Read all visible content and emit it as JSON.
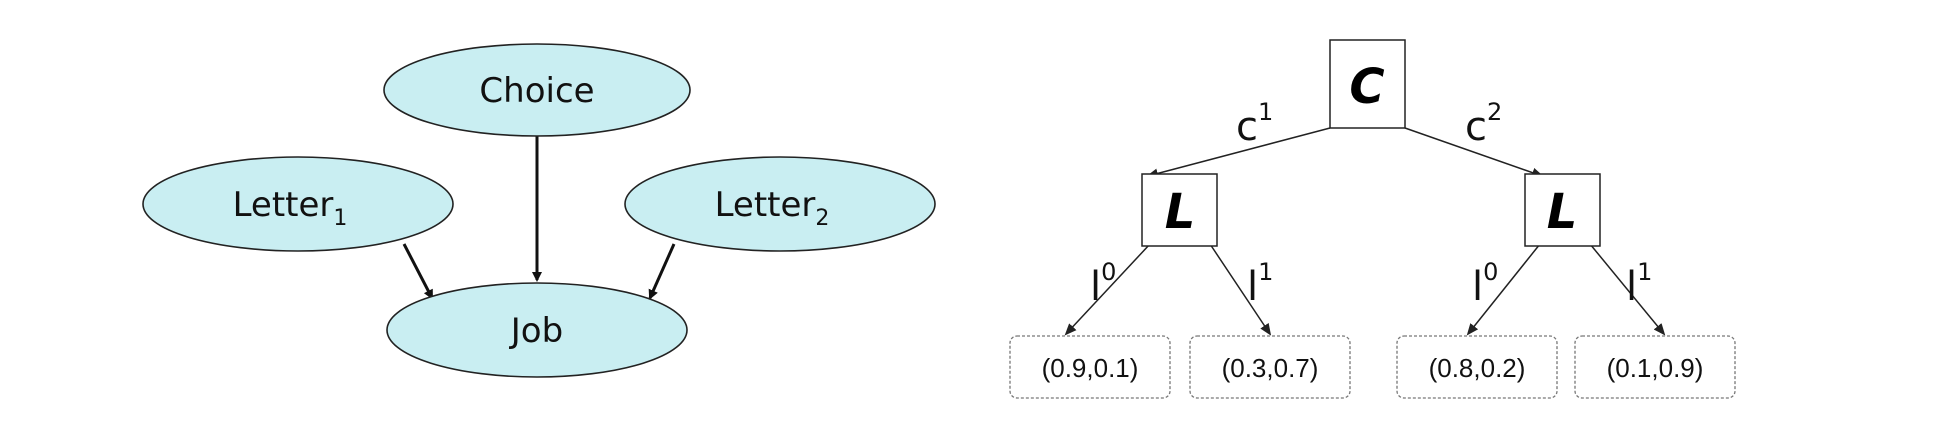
{
  "bayes_net": {
    "choice": "Choice",
    "letter1": {
      "base": "Letter",
      "sub": "1"
    },
    "letter2": {
      "base": "Letter",
      "sub": "2"
    },
    "job": "Job"
  },
  "tree": {
    "root": "C",
    "left_node": "L",
    "right_node": "L",
    "c1": {
      "base": "c",
      "sup": "1"
    },
    "c2": {
      "base": "c",
      "sup": "2"
    },
    "left_l0": {
      "base": "l",
      "sup": "0"
    },
    "left_l1": {
      "base": "l",
      "sup": "1"
    },
    "right_l0": {
      "base": "l",
      "sup": "0"
    },
    "right_l1": {
      "base": "l",
      "sup": "1"
    },
    "leaves": [
      "(0.9,0.1)",
      "(0.3,0.7)",
      "(0.8,0.2)",
      "(0.1,0.9)"
    ]
  },
  "colors": {
    "node_fill": "#c9eef2"
  }
}
